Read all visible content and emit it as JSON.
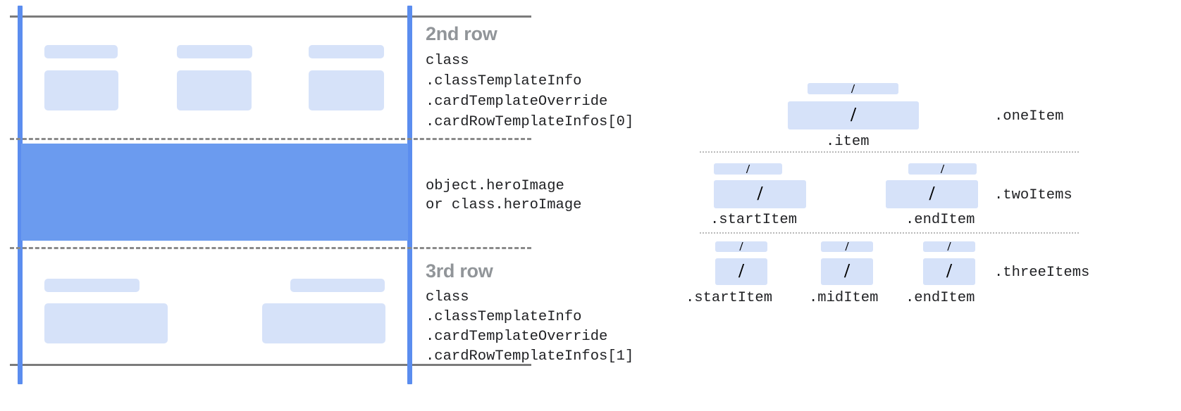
{
  "colors": {
    "guide_blue": "#5b8def",
    "hero_blue": "#6b9bef",
    "chip_blue": "#d6e2f9",
    "rule_gray": "#7b7b7b",
    "dash_gray": "#8a8a8a",
    "title_gray": "#919599",
    "text_black": "#202124"
  },
  "card_diagram": {
    "rows": [
      {
        "title": "2nd row",
        "code_lines": [
          "class",
          ".classTemplateInfo",
          ".cardTemplateOverride",
          ".cardRowTemplateInfos[0]"
        ],
        "item_count": 3
      },
      {
        "title": "",
        "code_lines": [
          "object.heroImage",
          "or class.heroImage"
        ],
        "item_count": 0
      },
      {
        "title": "3rd row",
        "code_lines": [
          "class",
          ".classTemplateInfo",
          ".cardTemplateOverride",
          ".cardRowTemplateInfos[1]"
        ],
        "item_count": 2
      }
    ]
  },
  "row_layouts": {
    "slash_glyph": "/",
    "groups": [
      {
        "name": ".oneItem",
        "items": [
          {
            "caption": ".item"
          }
        ]
      },
      {
        "name": ".twoItems",
        "items": [
          {
            "caption": ".startItem"
          },
          {
            "caption": ".endItem"
          }
        ]
      },
      {
        "name": ".threeItems",
        "items": [
          {
            "caption": ".startItem"
          },
          {
            "caption": ".midItem"
          },
          {
            "caption": ".endItem"
          }
        ]
      }
    ]
  }
}
